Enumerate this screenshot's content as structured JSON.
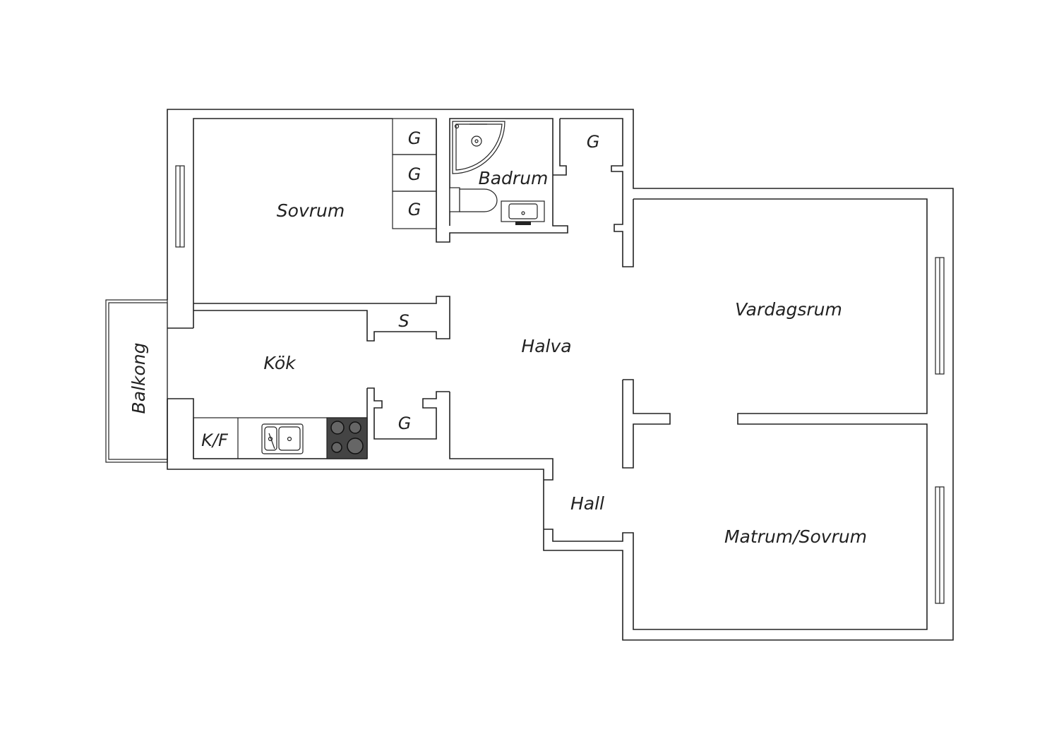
{
  "rooms": {
    "sovrum": "Sovrum",
    "badrum": "Badrum",
    "vardagsrum": "Vardagsrum",
    "halva": "Halva",
    "kok": "Kök",
    "balkong": "Balkong",
    "hall": "Hall",
    "matrum": "Matrum/Sovrum"
  },
  "storage": {
    "sovrum_wardrobe_1": "G",
    "sovrum_wardrobe_2": "G",
    "sovrum_wardrobe_3": "G",
    "closet_top": "G",
    "closet_kitchen": "G",
    "pantry": "S"
  },
  "appliances": {
    "fridge": "K/F"
  },
  "colors": {
    "walls": "#222222",
    "stove": "#444444",
    "background": "#ffffff"
  }
}
